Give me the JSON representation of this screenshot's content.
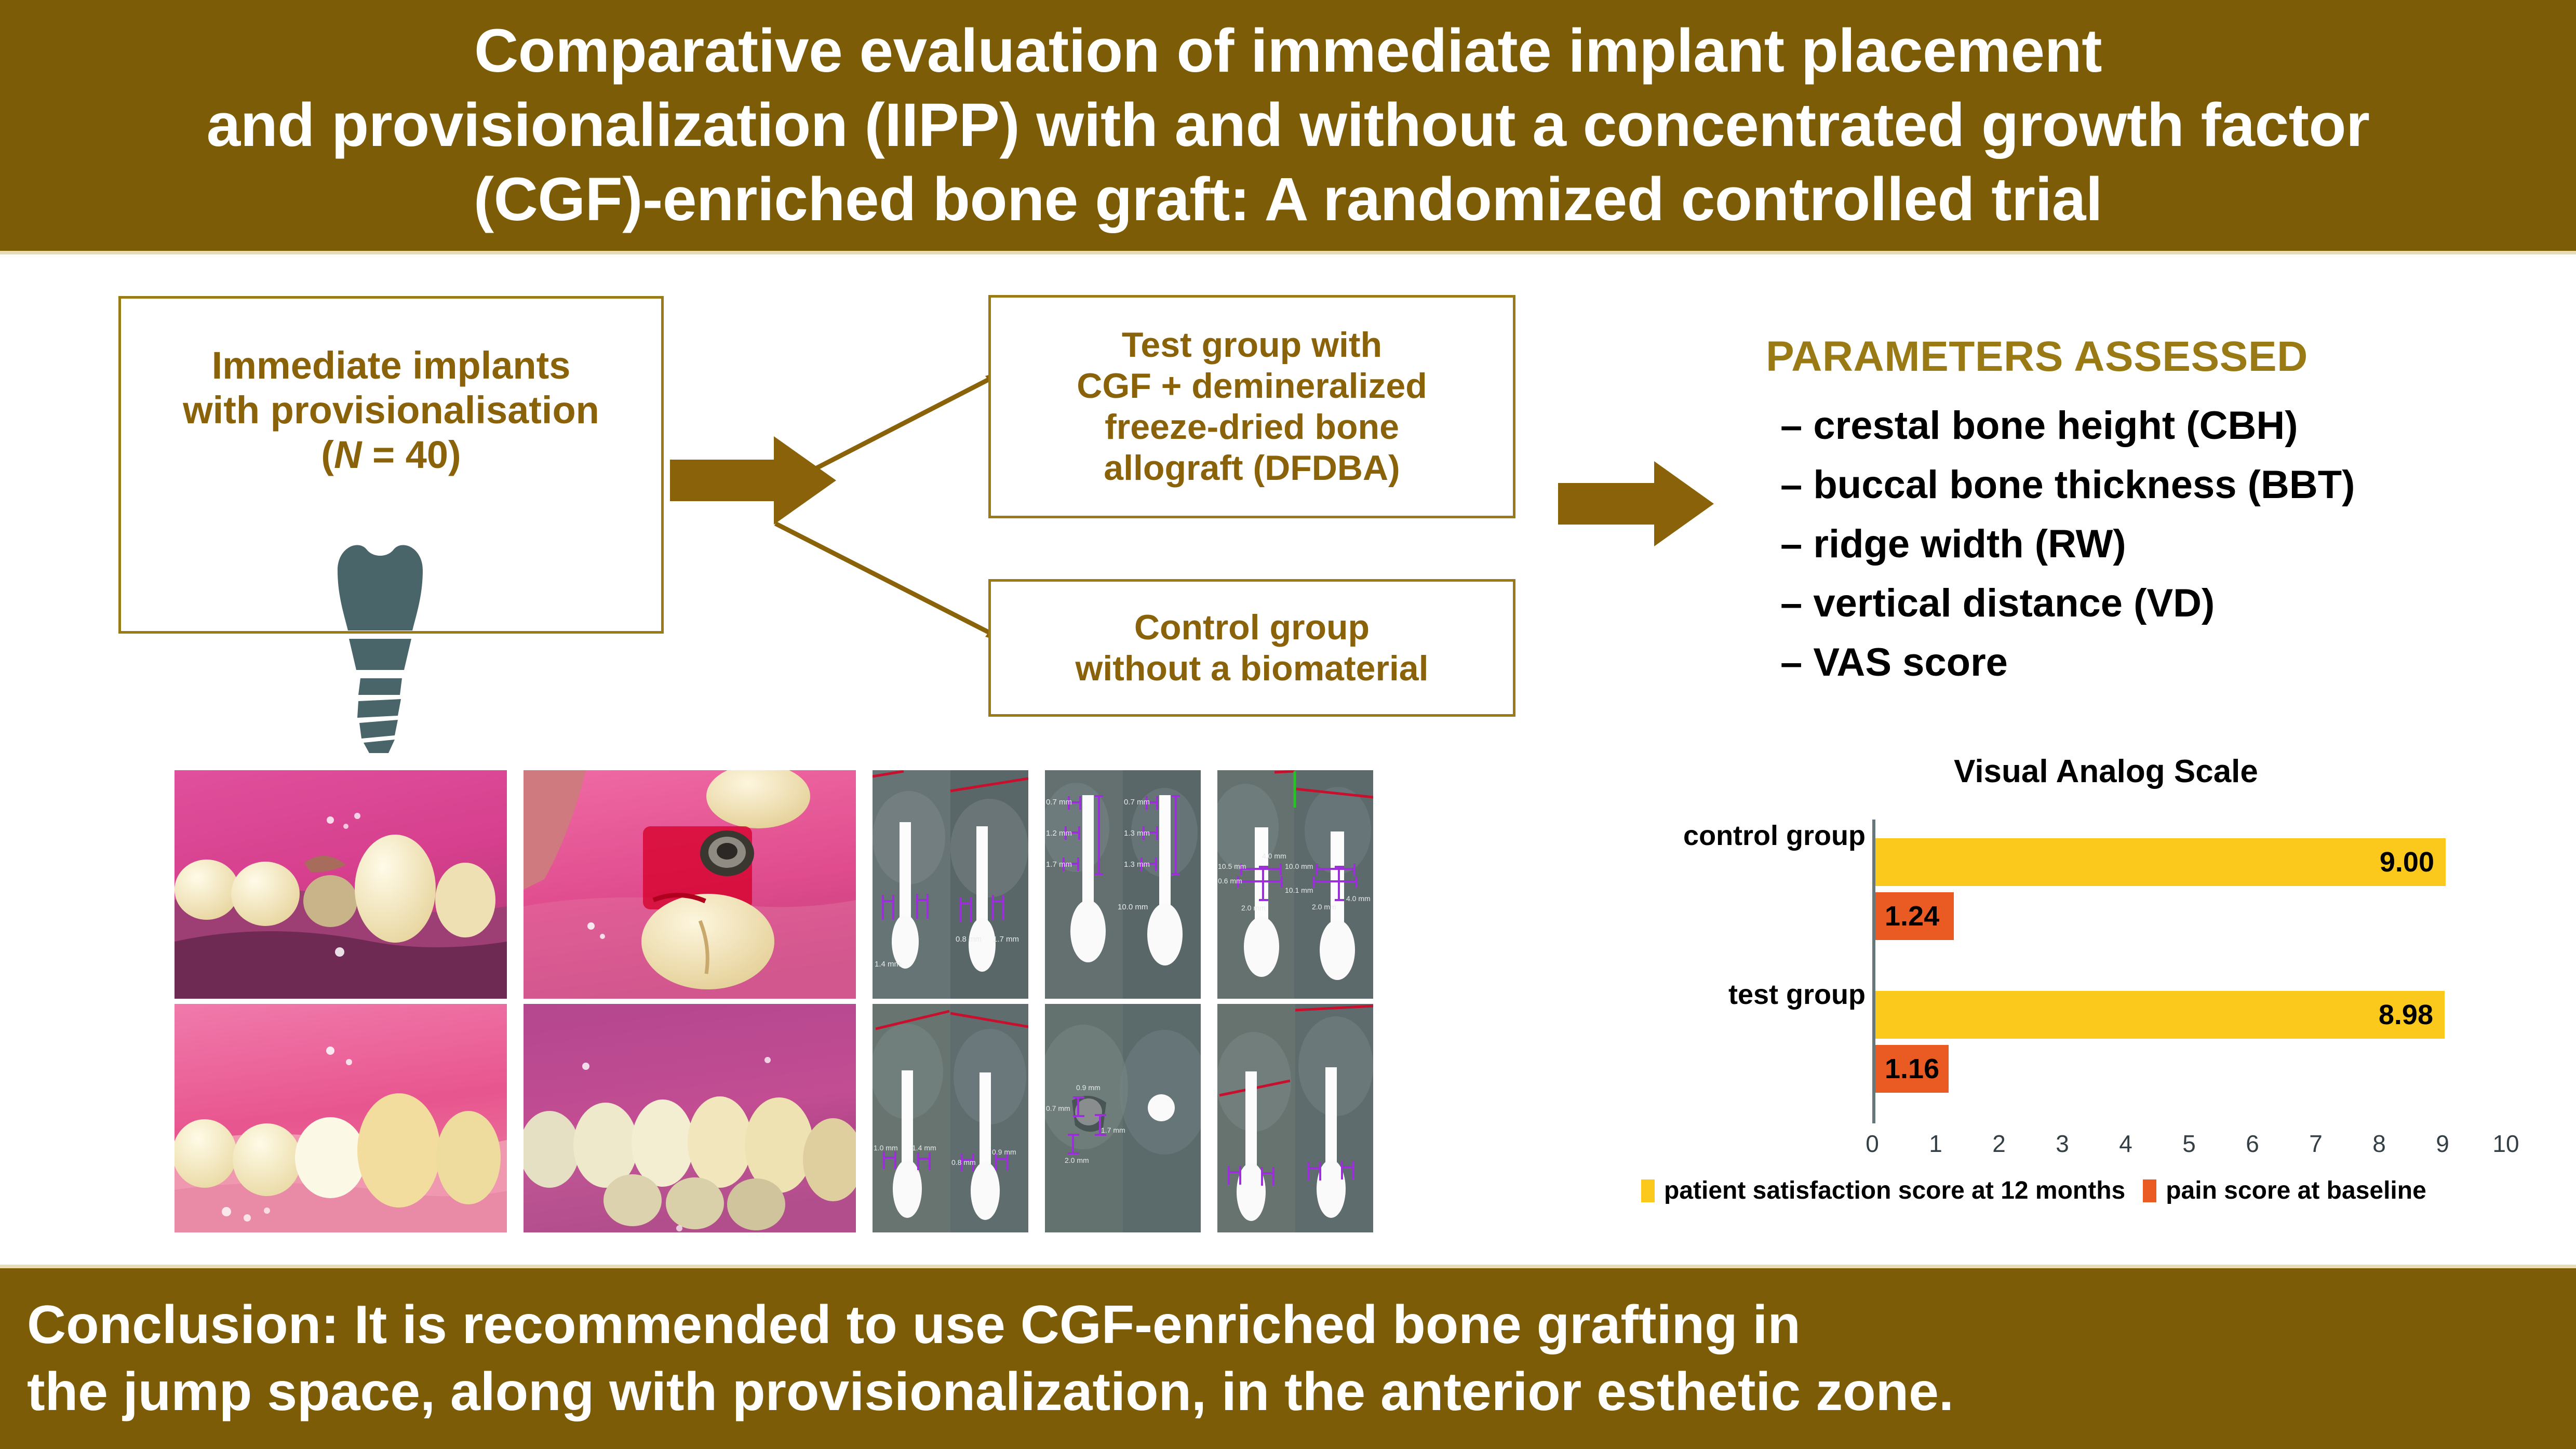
{
  "title": "Comparative evaluation of immediate implant placement\nand provisionalization (IIPP) with and without a concentrated growth factor\n(CGF)-enriched bone graft: A randomized controlled trial",
  "conclusion": "Conclusion: It is recommended to use CGF-enriched bone grafting in\nthe jump space, along with provisionalization, in the anterior esthetic zone.",
  "flow": {
    "left_box": "Immediate implants\nwith provisionalisation\n(N = 40)",
    "test_box": "Test group with\nCGF + demineralized\nfreeze-dried bone\nallograft (DFDBA)",
    "control_box": "Control group\nwithout a biomaterial"
  },
  "parameters": {
    "heading": "PARAMETERS ASSESSED",
    "items": [
      "– crestal bone height (CBH)",
      "– buccal bone thickness (BBT)",
      "– ridge width (RW)",
      "– vertical distance (VD)",
      "– VAS score"
    ]
  },
  "colors": {
    "brand_brown": "#7d5c07",
    "box_border": "#9a7a14",
    "box_text": "#8a6209",
    "satisfaction_yellow": "#fbc91b",
    "pain_orange": "#ea5b24",
    "axis_gray": "#66777c",
    "implant_icon": "#4a6569"
  },
  "chart_data": {
    "type": "bar",
    "orientation": "horizontal",
    "title": "Visual Analog Scale",
    "categories": [
      "control group",
      "test group"
    ],
    "series": [
      {
        "name": "patient satisfaction score at 12 months",
        "color": "#fbc91b",
        "values": [
          9.0,
          8.98
        ],
        "labels": [
          "9.00",
          "8.98"
        ]
      },
      {
        "name": "pain score at baseline",
        "color": "#ea5b24",
        "values": [
          1.24,
          1.16
        ],
        "labels": [
          "1.24",
          "1.16"
        ]
      }
    ],
    "xlabel": "",
    "ylabel": "",
    "xlim": [
      0,
      10
    ],
    "xticks": [
      "0",
      "1",
      "2",
      "3",
      "4",
      "5",
      "6",
      "7",
      "8",
      "9",
      "10"
    ],
    "grid": false,
    "legend_position": "bottom"
  },
  "images": {
    "row1": [
      {
        "name": "preop-intraoral-photo",
        "kind": "clinical-photo"
      },
      {
        "name": "immediate-implant-placement-photo",
        "kind": "clinical-photo"
      },
      {
        "name": "cbct-sagittal-baseline",
        "kind": "cbct"
      },
      {
        "name": "cbct-measurements-baseline",
        "kind": "cbct"
      },
      {
        "name": "cbct-ridge-width-baseline",
        "kind": "cbct"
      }
    ],
    "row2": [
      {
        "name": "postop-provisional-photo",
        "kind": "clinical-photo"
      },
      {
        "name": "final-restoration-photo",
        "kind": "clinical-photo"
      },
      {
        "name": "cbct-sagittal-followup",
        "kind": "cbct"
      },
      {
        "name": "cbct-axial-followup",
        "kind": "cbct"
      },
      {
        "name": "cbct-sagittal-12month",
        "kind": "cbct"
      }
    ],
    "cbct_measurement_labels": [
      "0.7 mm",
      "1.2 mm",
      "1.7 mm",
      "0.7 mm",
      "1.3 mm",
      "1.3 mm",
      "10.5 mm",
      "0.6 mm",
      "2.0 mm",
      "10.0 mm",
      "10.1 mm",
      "4.0 mm",
      "0.9 mm",
      "1.0 mm",
      "1.4 mm",
      "0.8 mm"
    ]
  }
}
